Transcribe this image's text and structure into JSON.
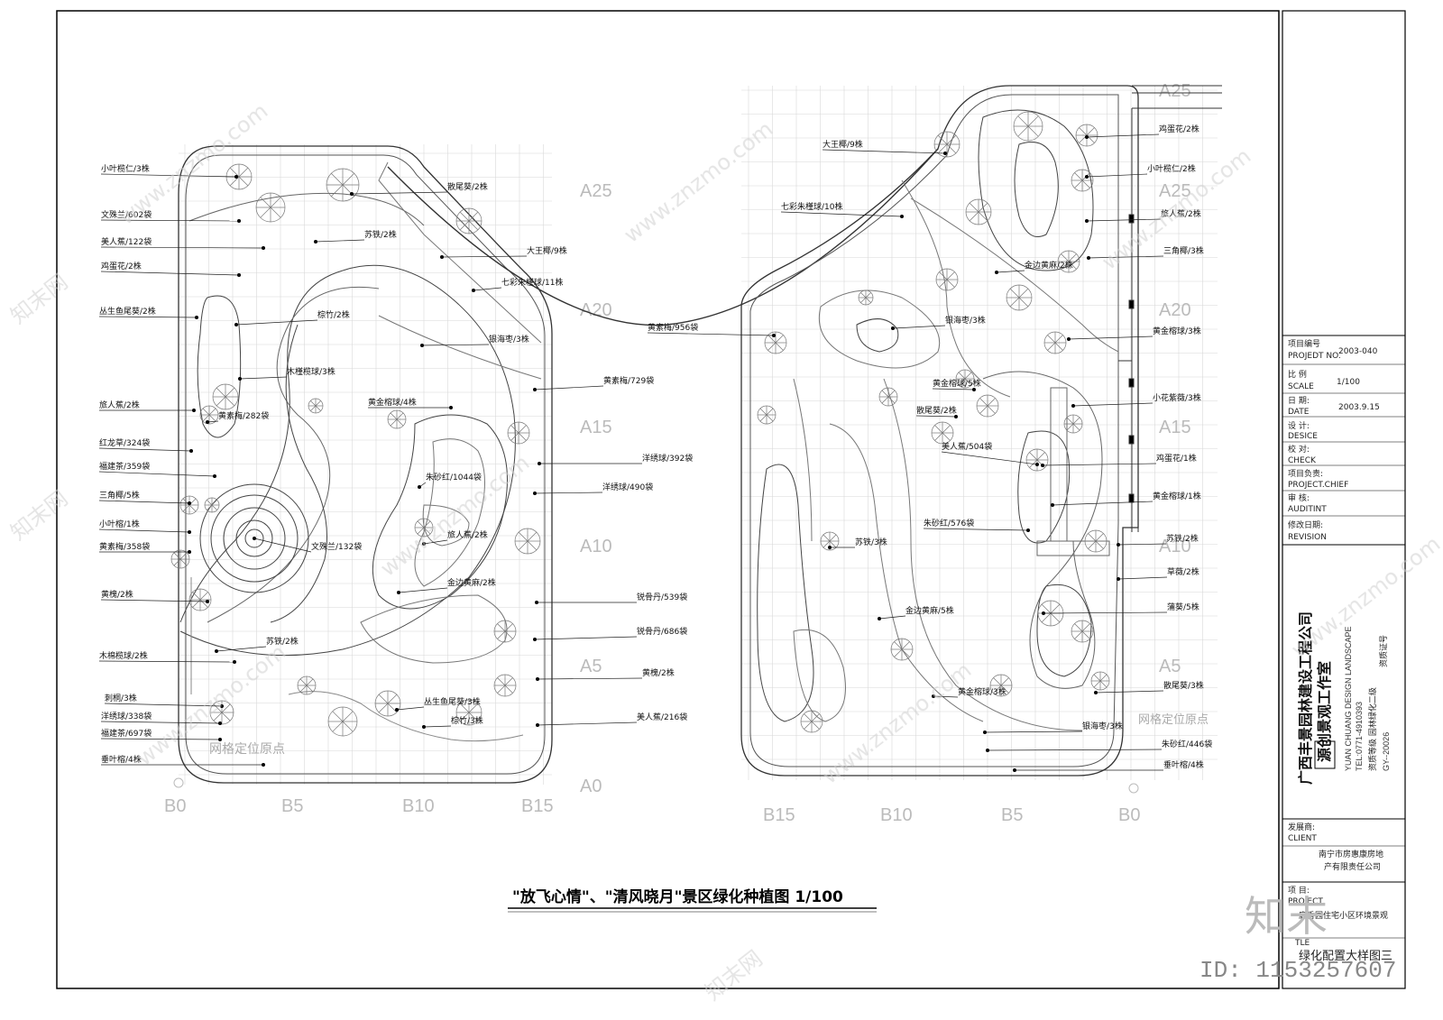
{
  "drawing_title": "\"放飞心情\"、\"清风晓月\"景区绿化种植图 1/100",
  "grid_origin_label": "网格定位原点",
  "grid_rows": [
    "A25",
    "A20",
    "A15",
    "A10",
    "A5",
    "A0"
  ],
  "grid_cols_left": [
    "B0",
    "B5",
    "B10",
    "B15"
  ],
  "grid_cols_right": [
    "B15",
    "B10",
    "B5",
    "B0"
  ],
  "left_labels": [
    "小叶榄仁/3株",
    "文殊兰/602袋",
    "美人蕉/122袋",
    "鸡蛋花/2株",
    "丛生鱼尾葵/2株",
    "旅人蕉/2株",
    "红龙草/324袋",
    "福建茶/359袋",
    "三角椰/5株",
    "小叶榕/1株",
    "黄素梅/358袋",
    "黄槐/2株",
    "木棉榄球/2株",
    "刺桐/3株",
    "洋绣球/338袋",
    "福建茶/697袋",
    "垂叶榕/4株"
  ],
  "left_inner_labels": [
    "散尾葵/2株",
    "苏铁/2株",
    "大王椰/9株",
    "七彩朱槿球/11株",
    "棕竹/2株",
    "银海枣/3株",
    "木槿榄球/3株",
    "黄素梅/282袋",
    "黄金榕球/4株",
    "朱砂红/1044袋",
    "旅人蕉/2株",
    "金边黄麻/2株",
    "文殊兰/132袋",
    "苏铁/2株",
    "丛生鱼尾葵/3株",
    "棕竹/3株"
  ],
  "center_labels": [
    "黄素梅/956袋",
    "黄素梅/729袋",
    "洋绣球/392袋",
    "洋绣球/490袋",
    "锐骨丹/539袋",
    "锐骨丹/686袋",
    "黄槐/2株",
    "美人蕉/216袋"
  ],
  "right_inner_labels": [
    "大王椰/9株",
    "七彩朱槿球/10株",
    "银海枣/3株",
    "黄金榕球/5株",
    "散尾葵/2株",
    "美人蕉/504袋",
    "朱砂红/576袋",
    "苏铁/3株",
    "金边黄麻/5株",
    "黄金榕球/3株",
    "银海枣/3株",
    "金边黄麻/2株"
  ],
  "right_labels": [
    "鸡蛋花/2株",
    "小叶榄仁/2株",
    "旅人蕉/2株",
    "三角椰/3株",
    "黄金榕球/3株",
    "小花紫薇/3株",
    "鸡蛋花/1株",
    "黄金榕球/1株",
    "苏铁/2株",
    "草薇/2株",
    "蒲葵/5株",
    "散尾葵/3株",
    "朱砂红/446袋",
    "垂叶榕/4株"
  ],
  "title_block": {
    "project_no_label": "项目编号",
    "project_no_en": "PROJEDT NO.",
    "project_no": "2003-040",
    "scale_label": "比    例",
    "scale_en": "SCALE",
    "scale": "1/100",
    "date_label": "日    期:",
    "date_en": "DATE",
    "date": "2003.9.15",
    "design_label": "设    计:",
    "design_en": "DESICE",
    "check_label": "校    对:",
    "check_en": "CHECK",
    "chief_label": "项目负责:",
    "chief_en": "PROJECT.CHIEF",
    "audit_label": "审    核:",
    "audit_en": "AUDITINT",
    "revision_label": "修改日期:",
    "revision_en": "REVISION",
    "company_1": "广西丰景园林建设工程公司",
    "company_2": "源创景观工作室",
    "company_en": "YUAN CHUANG DESIGN LANDSCAPE",
    "company_tel": "TEL:0771-4910393",
    "company_grade": "资质等级  园林绿化二级",
    "company_cert": "资质证号",
    "company_code": "GY--20026",
    "client_label": "发展商:",
    "client_en": "CLIENT",
    "client_1": "南宁市房惠康房地",
    "client_2": "产有限责任公司",
    "project_label": "项    目:",
    "project_en": "PROJECT",
    "project_name": "庭香园住宅小区环境景观",
    "title_en": "TLE",
    "sheet_title": "绿化配置大样图三"
  },
  "watermark_brand": "知末",
  "watermark_url": "www.znzmo.com",
  "watermark_site": "知末网",
  "id_text": "ID: 1153257607"
}
